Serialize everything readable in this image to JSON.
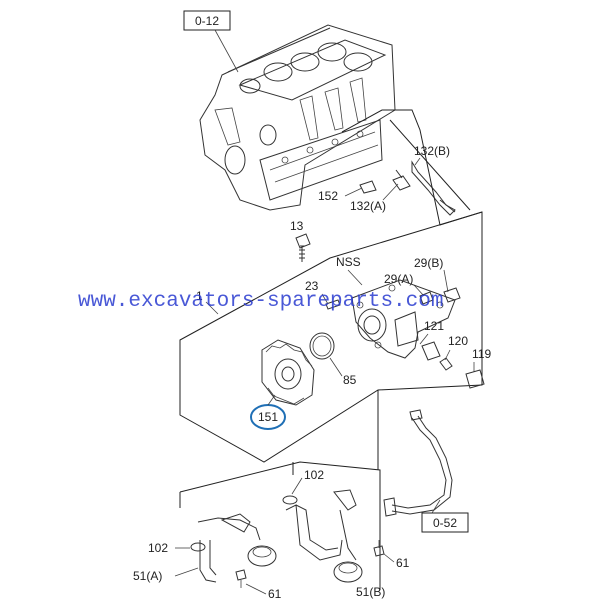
{
  "watermark": "www.excavators-spareparts.com",
  "refs": {
    "engine_block": "0-12",
    "oil_pipe": "0-52"
  },
  "labels": {
    "p132b": "132(B)",
    "p152": "152",
    "p132a": "132(A)",
    "p13": "13",
    "pnss": "NSS",
    "p29b": "29(B)",
    "p23": "23",
    "p29a": "29(A)",
    "p1": "1",
    "p121": "121",
    "p120": "120",
    "p119": "119",
    "p85": "85",
    "p151": "151",
    "p102_top": "102",
    "p102_left": "102",
    "p51a": "51(A)",
    "p61_right": "61",
    "p61_bottom": "61",
    "p51b": "51(B)"
  },
  "highlight_color": "#1f6fb5"
}
